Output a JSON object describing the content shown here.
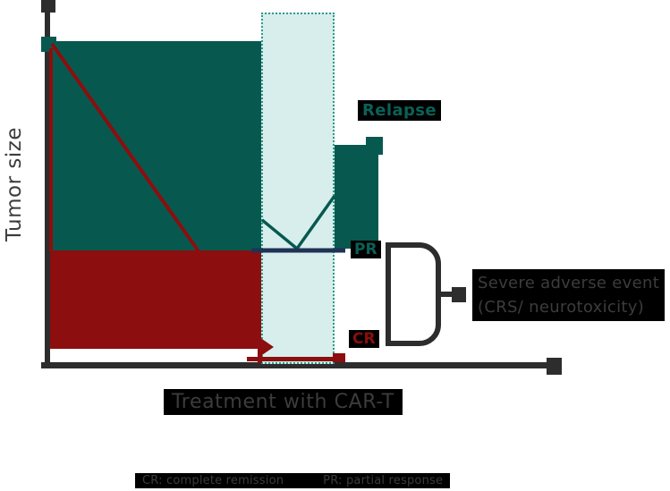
{
  "axes": {
    "y_label": "Tumor size",
    "x_label": "Treatment with CAR-T"
  },
  "annotations": {
    "relapse": "Relapse",
    "pr": "PR",
    "cr": "CR",
    "adverse_event_line1": "Severe adverse event",
    "adverse_event_line2": "(CRS/ neurotoxicity)"
  },
  "legend": {
    "cr": "CR: complete remission",
    "pr": "PR: partial response"
  },
  "colors": {
    "tumor_teal": "#07594f",
    "tumor_red": "#8c0e0e",
    "window_fill": "#d8eeec",
    "window_border": "#2d9a8c",
    "pr_line_navy": "#203356",
    "axis_dark": "#2d2d2d",
    "text_gray": "#3c3c3c",
    "highlight_bg": "#000000",
    "teal_text": "#0b6156"
  },
  "chart_data": {
    "type": "area",
    "title": "",
    "xlabel": "Treatment with CAR-T",
    "ylabel": "Tumor size",
    "elements": [
      {
        "name": "initial-tumor-area",
        "color": "#07594f"
      },
      {
        "name": "tumor-shrinkage-line",
        "color": "#8c0e0e"
      },
      {
        "name": "residual-tumor-area",
        "color": "#8c0e0e"
      },
      {
        "name": "adverse-event-window",
        "color": "#d8eeec"
      },
      {
        "name": "pr-threshold-line",
        "color": "#203356"
      },
      {
        "name": "relapse-regrowth-area",
        "color": "#07594f"
      }
    ]
  }
}
